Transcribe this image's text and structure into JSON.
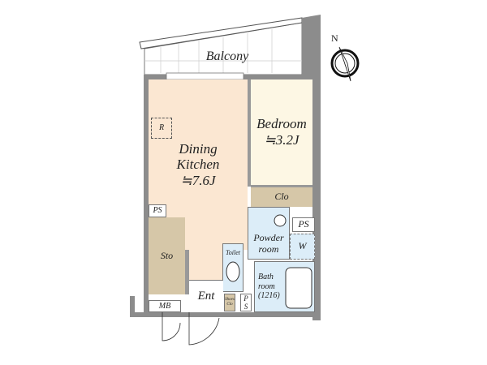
{
  "compass": {
    "label": "N"
  },
  "rooms": {
    "balcony": "Balcony",
    "dining_kitchen": {
      "line1": "Dining",
      "line2": "Kitchen",
      "area": "≒7.6J"
    },
    "bedroom": {
      "line1": "Bedroom",
      "area": "≒3.2J"
    },
    "closet": "Clo",
    "refrigerator": "R",
    "ps_kitchen": "PS",
    "storage": "Sto",
    "powder_room": {
      "line1": "Powder",
      "line2": "room"
    },
    "ps_powder": "PS",
    "washer": "W",
    "toilet": "Toilet",
    "bath_room": {
      "line1": "Bath",
      "line2": "room",
      "size": "(1216)"
    },
    "entrance": "Ent",
    "shoe_closet": {
      "line1": "Shoes",
      "line2": "Clo"
    },
    "ps_entrance": {
      "line1": "P",
      "line2": "S"
    },
    "meter_box": "MB"
  },
  "colors": {
    "kitchen": "#fbe7d2",
    "bedroom": "#fdf7e4",
    "storage": "#d6c7a8",
    "wet": "#dcedf8",
    "wall": "#8c8c8c"
  }
}
